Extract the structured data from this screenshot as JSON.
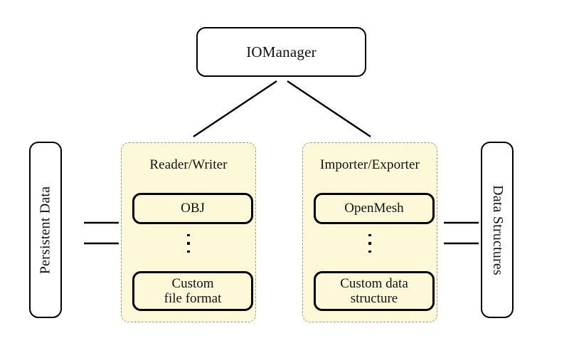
{
  "diagram": {
    "title_node": {
      "label": "IOManager"
    },
    "left_store": {
      "label": "Persistent Data"
    },
    "right_store": {
      "label": "Data Structures"
    },
    "panels": [
      {
        "title": "Reader/Writer",
        "top_item": "OBJ",
        "ellipsis": "⋮",
        "bottom_item_line1": "Custom",
        "bottom_item_line2": "file format"
      },
      {
        "title": "Importer/Exporter",
        "top_item": "OpenMesh",
        "ellipsis": "⋮",
        "bottom_item_line1": "Custom data",
        "bottom_item_line2": "structure"
      }
    ],
    "connections": [
      {
        "name": "iomanager-to-reader-writer",
        "style": "double-headed-diagonal"
      },
      {
        "name": "iomanager-to-importer-exporter",
        "style": "double-headed-diagonal"
      },
      {
        "name": "persistent-data-to-reader-writer",
        "style": "single-arrow-right"
      },
      {
        "name": "reader-writer-to-persistent-data",
        "style": "single-arrow-left"
      },
      {
        "name": "data-structures-to-importer-exporter",
        "style": "single-arrow-left"
      },
      {
        "name": "importer-exporter-to-data-structures",
        "style": "single-arrow-right"
      }
    ],
    "colors": {
      "panel_fill": "#fcf8d8",
      "panel_border": "#9a9a94",
      "node_border": "#000000",
      "background": "#ffffff",
      "text": "#111111"
    }
  }
}
